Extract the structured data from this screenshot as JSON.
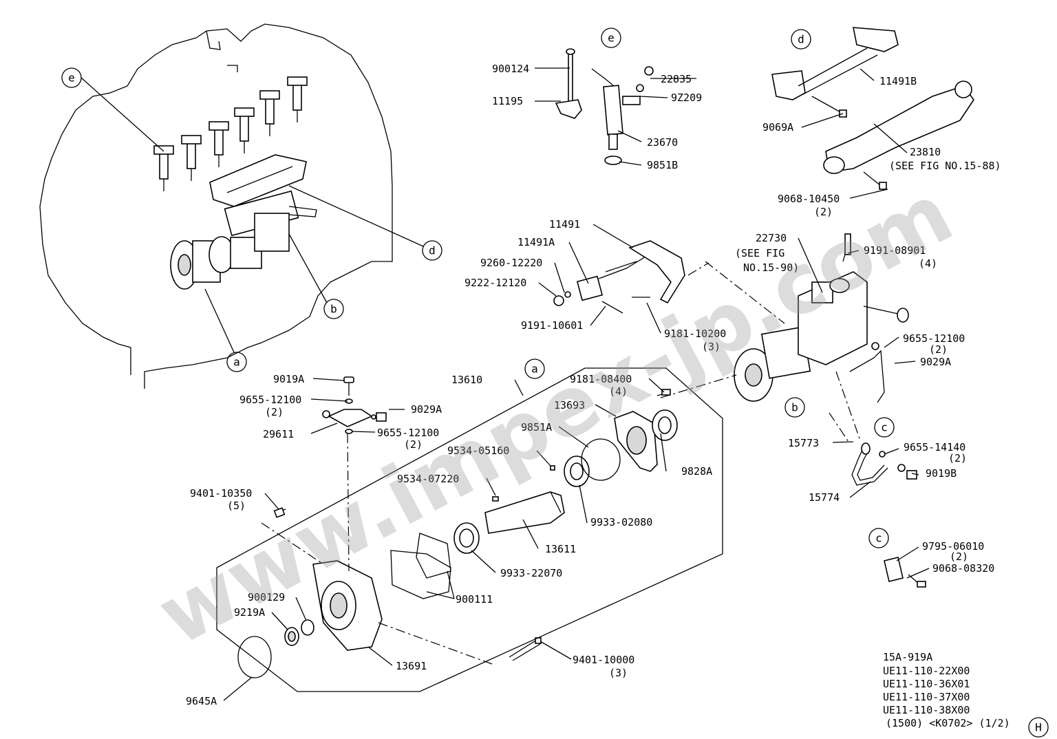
{
  "watermark": "www.impex-jp.com",
  "callouts": {
    "e_main": "e",
    "d_main": "d",
    "b_main": "b",
    "a_main": "a",
    "e_detail": "e",
    "d_detail": "d",
    "a_detail": "a",
    "b_detail": "b",
    "c_detail": "c",
    "c_lower": "c",
    "h_corner": "H"
  },
  "labels": {
    "p900124": "900124",
    "p11195": "11195",
    "p22835": "22835",
    "p9z209": "9Z209",
    "p23670": "23670",
    "p9851B": "9851B",
    "p11491B": "11491B",
    "p9069A": "9069A",
    "p23810": "23810",
    "p23810_ref": "(SEE FIG NO.15-88)",
    "p9068_10450": "9068-10450",
    "p9068_10450_qty": "(2)",
    "p11491": "11491",
    "p11491A": "11491A",
    "p9260_12220": "9260-12220",
    "p9222_12120": "9222-12120",
    "p9191_10601": "9191-10601",
    "p9181_10200": "9181-10200",
    "p9181_10200_qty": "(3)",
    "p22730": "22730",
    "p22730_ref1": "(SEE FIG",
    "p22730_ref2": "NO.15-90)",
    "p9191_08901": "9191-08901",
    "p9191_08901_qty": "(4)",
    "p9655_12100_r": "9655-12100",
    "p9655_12100_r_qty": "(2)",
    "p9029A_r": "9029A",
    "p13610": "13610",
    "p9181_08400": "9181-08400",
    "p9181_08400_qty": "(4)",
    "p13693": "13693",
    "p9019A": "9019A",
    "p9655_12100_a": "9655-12100",
    "p9655_12100_a_qty": "(2)",
    "p9029A_a": "9029A",
    "p29611": "29611",
    "p9655_12100_b": "9655-12100",
    "p9655_12100_b_qty": "(2)",
    "p9851A": "9851A",
    "p9534_05160": "9534-05160",
    "p9828A": "9828A",
    "p9534_07220": "9534-07220",
    "p9401_10350": "9401-10350",
    "p9401_10350_qty": "(5)",
    "p9933_02080": "9933-02080",
    "p13611": "13611",
    "p9933_22070": "9933-22070",
    "p900111": "900111",
    "p900129": "900129",
    "p9219A": "9219A",
    "p13691": "13691",
    "p9401_10000": "9401-10000",
    "p9401_10000_qty": "(3)",
    "p9645A": "9645A",
    "p15773": "15773",
    "p9655_14140": "9655-14140",
    "p9655_14140_qty": "(2)",
    "p9019B": "9019B",
    "p15774": "15774",
    "p9795_06010": "9795-06010",
    "p9795_06010_qty": "(2)",
    "p9068_08320": "9068-08320"
  },
  "footer": {
    "fig": "15A-919A",
    "model1": "UE11-110-22X00",
    "model2": "UE11-110-36X01",
    "model3": "UE11-110-37X00",
    "model4": "UE11-110-38X00",
    "code": "(1500) <K0702> (1/2)"
  }
}
